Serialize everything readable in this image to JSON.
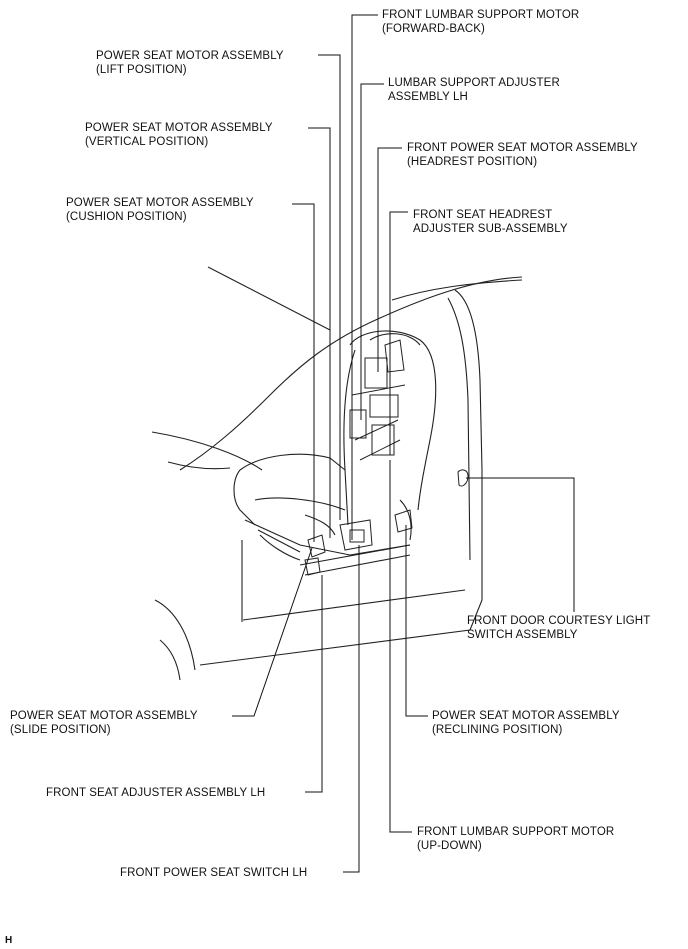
{
  "callouts": {
    "lumbar_fb": "FRONT LUMBAR SUPPORT MOTOR\n(FORWARD-BACK)",
    "lift": "POWER SEAT MOTOR ASSEMBLY\n(LIFT POSITION)",
    "lumbar_adjuster": "LUMBAR SUPPORT ADJUSTER\nASSEMBLY LH",
    "vertical": "POWER SEAT MOTOR ASSEMBLY\n(VERTICAL POSITION)",
    "headrest_motor": "FRONT POWER SEAT MOTOR ASSEMBLY\n(HEADREST POSITION)",
    "cushion": "POWER SEAT MOTOR ASSEMBLY\n(CUSHION POSITION)",
    "headrest_adjuster": "FRONT SEAT HEADREST\nADJUSTER SUB-ASSEMBLY",
    "courtesy": "FRONT DOOR COURTESY LIGHT\nSWITCH ASSEMBLY",
    "slide": "POWER SEAT MOTOR ASSEMBLY\n(SLIDE POSITION)",
    "reclining": "POWER SEAT MOTOR ASSEMBLY\n(RECLINING POSITION)",
    "seat_adjuster": "FRONT SEAT ADJUSTER ASSEMBLY LH",
    "lumbar_ud": "FRONT LUMBAR SUPPORT MOTOR\n(UP-DOWN)",
    "switch": "FRONT POWER SEAT SWITCH LH"
  },
  "corner_mark": "H",
  "colors": {
    "line": "#111111",
    "background": "#ffffff"
  }
}
